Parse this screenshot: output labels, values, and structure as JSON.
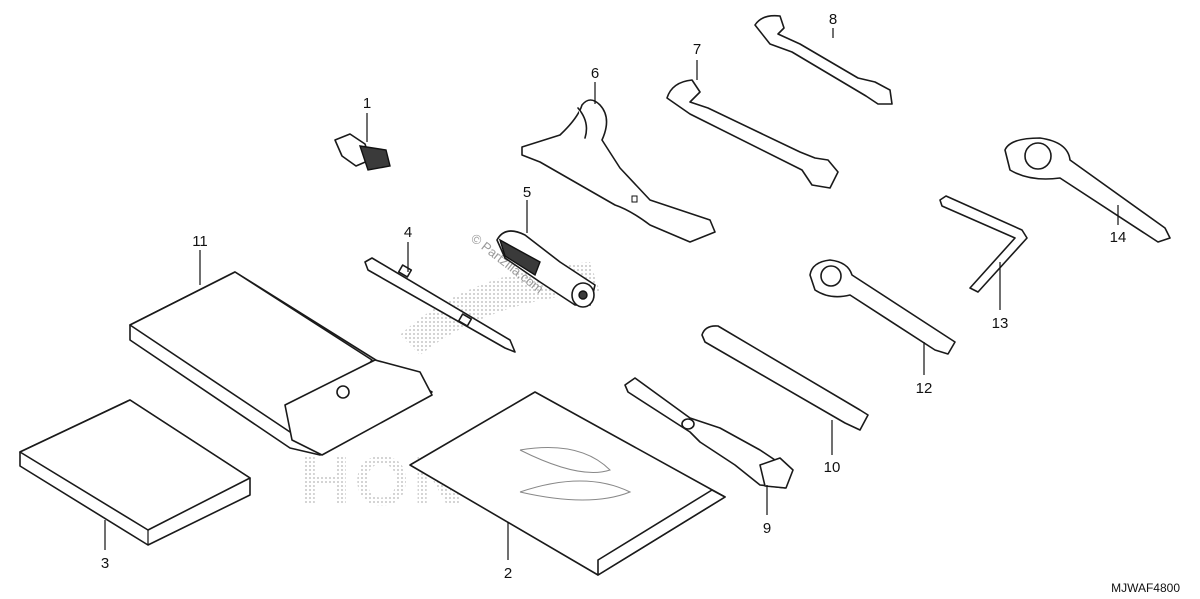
{
  "diagram": {
    "code": "MJWAF4800",
    "watermark_copyright": "© Partzilla.com",
    "watermark_brand": "HONDA",
    "callouts": [
      {
        "id": "1",
        "label": "1"
      },
      {
        "id": "2",
        "label": "2"
      },
      {
        "id": "3",
        "label": "3"
      },
      {
        "id": "4",
        "label": "4"
      },
      {
        "id": "5",
        "label": "5"
      },
      {
        "id": "6",
        "label": "6"
      },
      {
        "id": "7",
        "label": "7"
      },
      {
        "id": "8",
        "label": "8"
      },
      {
        "id": "9",
        "label": "9"
      },
      {
        "id": "10",
        "label": "10"
      },
      {
        "id": "11",
        "label": "11"
      },
      {
        "id": "12",
        "label": "12"
      },
      {
        "id": "13",
        "label": "13"
      },
      {
        "id": "14",
        "label": "14"
      }
    ]
  }
}
